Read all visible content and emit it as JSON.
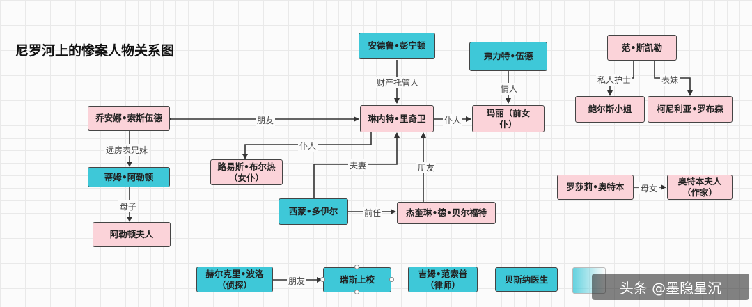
{
  "title": "尼罗河上的惨案人物关系图",
  "nodes": {
    "andrew": "安德鲁•彭宁顿",
    "ferguson": "弗力特•伍德",
    "van": "范•斯凯勒",
    "joanna": "乔安娜•索斯伍德",
    "linnet": "琳内特•里奇卫",
    "marie": "玛丽（前女\n仆）",
    "bowers": "鲍尔斯小姐",
    "cornelia": "柯尼利亚•罗布森",
    "tim": "蒂姆•阿勒顿",
    "louise": "路易斯•布尔热\n（女仆）",
    "simon": "西蒙•多伊尔",
    "jacqueline": "杰奎琳•德•贝尔福特",
    "rosalie": "罗莎莉•奥特本",
    "otterbourne": "奥特本夫人\n（作家）",
    "mrs_allerton": "阿勒顿夫人",
    "poirot": "赫尔克里•波洛\n（侦探）",
    "race": "瑞斯上校",
    "pennington_lawyer": "吉姆•范索普\n（律师）",
    "bessner": "贝斯纳医生"
  },
  "edges": {
    "trustee": "财产托管人",
    "lover": "情人",
    "nurse": "私人护士",
    "cousin_f": "表妹",
    "friend1": "朋友",
    "servant1": "仆人",
    "servant2": "仆人",
    "distant_cousin": "远房表兄妹",
    "spouse": "夫妻",
    "friend2": "朋友",
    "mother_son": "母子",
    "mother_daughter": "母女",
    "ex": "前任",
    "friend3": "朋友"
  },
  "watermark": "头条 @墨隐星沉",
  "colors": {
    "pink": "#fbd3d9",
    "cyan": "#3ec8d8",
    "line": "#333333"
  }
}
